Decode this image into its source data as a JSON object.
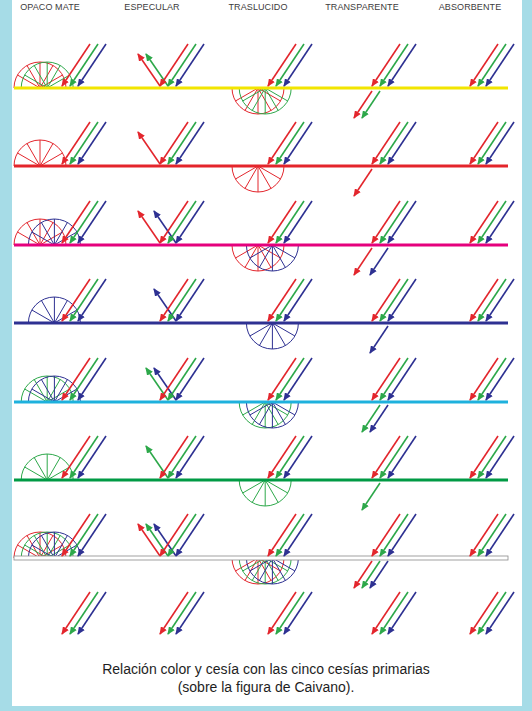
{
  "diagram": {
    "caption": "Relación color y cesía con las cinco cesías primarias (sobre la figura de Caivano).",
    "labels": [
      "OPACO MATE",
      "ESPECULAR",
      "TRASLUCIDO",
      "TRANSPARENTE",
      "ABSORBENTE"
    ]
  }
}
